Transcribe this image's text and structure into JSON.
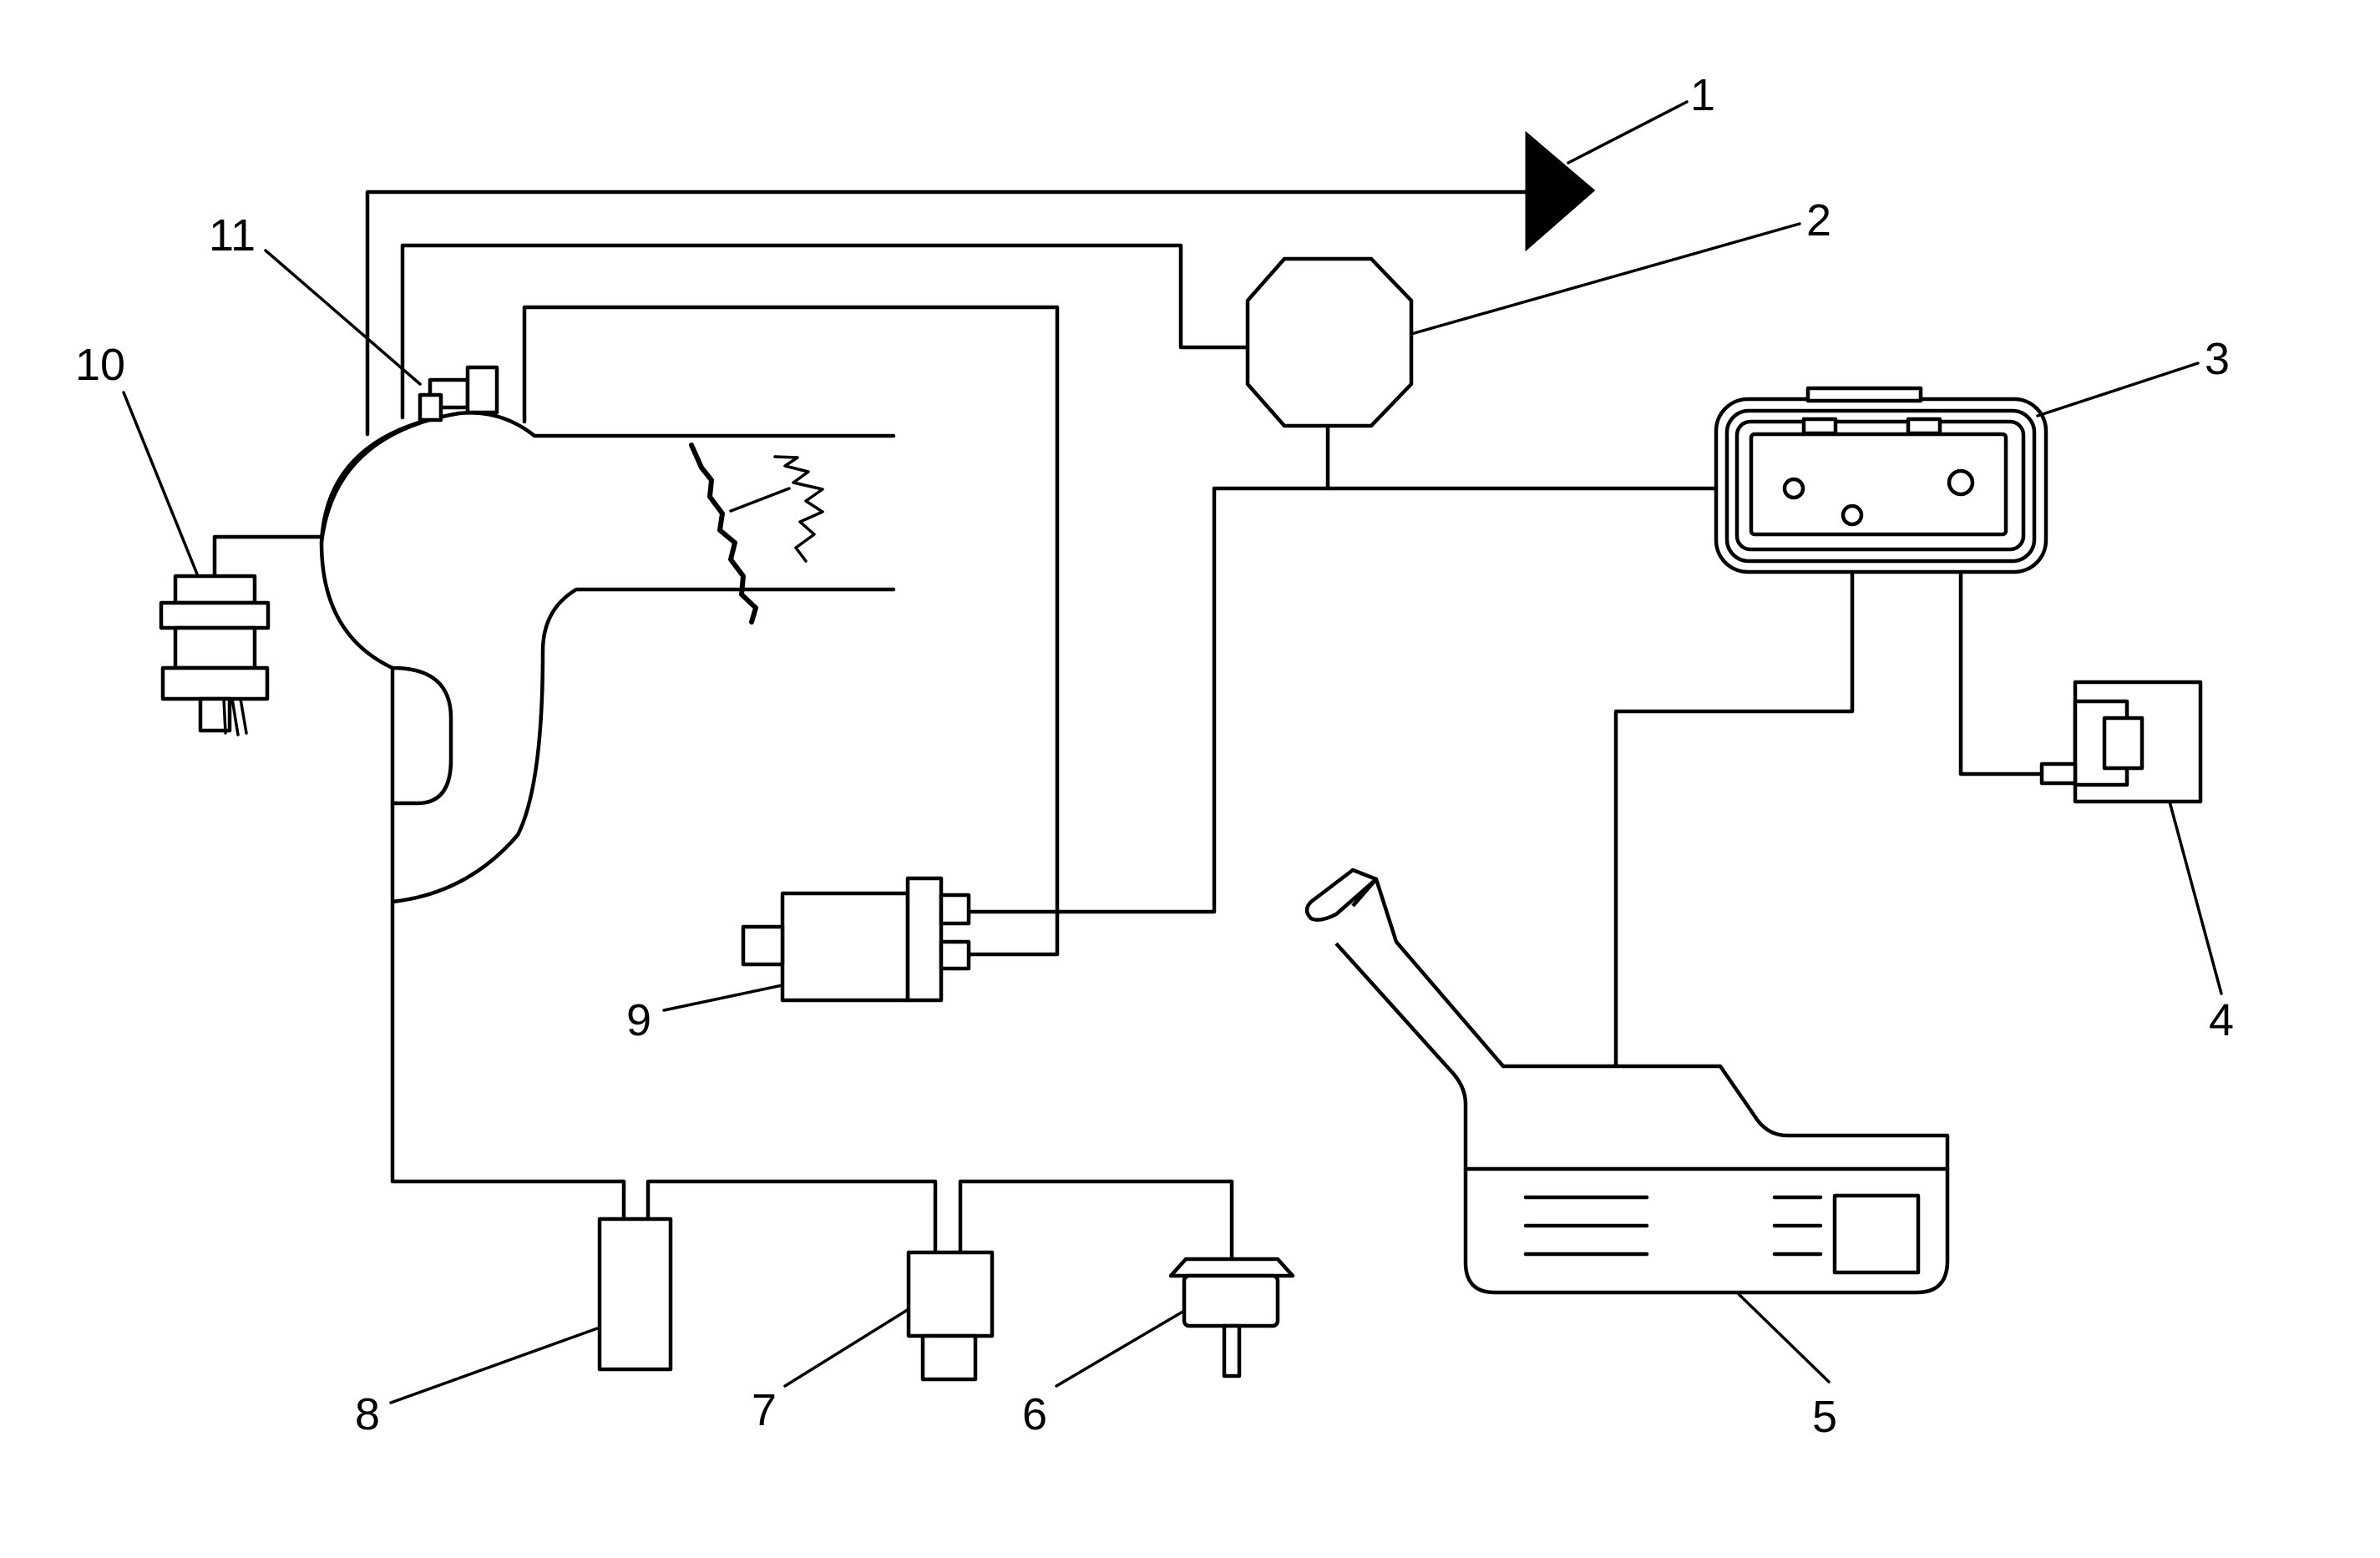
{
  "diagram": {
    "callouts": [
      {
        "id": "c1",
        "label": "1"
      },
      {
        "id": "c2",
        "label": "2"
      },
      {
        "id": "c3",
        "label": "3"
      },
      {
        "id": "c4",
        "label": "4"
      },
      {
        "id": "c5",
        "label": "5"
      },
      {
        "id": "c6",
        "label": "6"
      },
      {
        "id": "c7",
        "label": "7"
      },
      {
        "id": "c8",
        "label": "8"
      },
      {
        "id": "c9",
        "label": "9"
      },
      {
        "id": "c10",
        "label": "10"
      },
      {
        "id": "c11",
        "label": "11"
      }
    ],
    "colors": {
      "stroke": "#000000",
      "background": "#ffffff"
    }
  }
}
